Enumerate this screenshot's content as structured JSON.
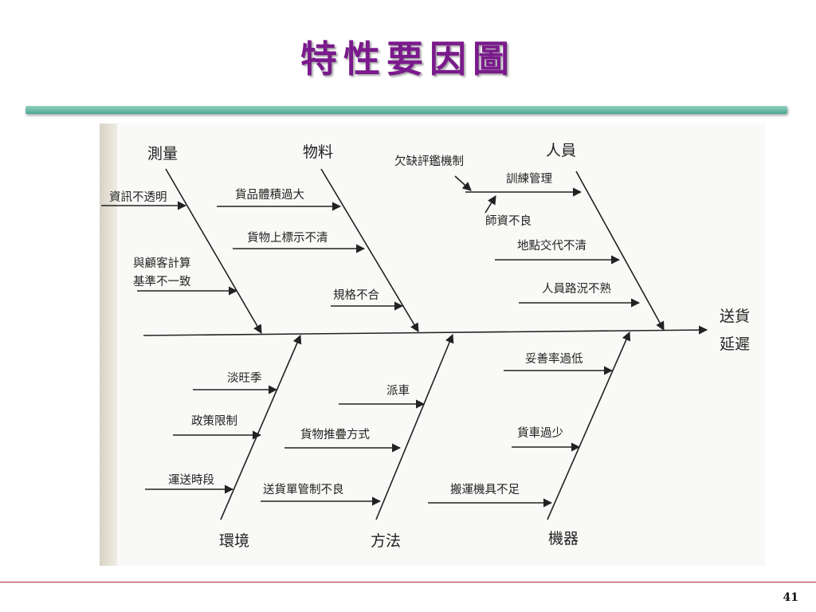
{
  "title": "特性要因圖",
  "page_number": "41",
  "effect": {
    "line1": "送貨",
    "line2": "延遲"
  },
  "categories": {
    "measurement": "測量",
    "material": "物料",
    "people": "人員",
    "environment": "環境",
    "method": "方法",
    "machine": "機器"
  },
  "causes": {
    "measurement": [
      "資訊不透明",
      "與顧客計算",
      "基準不一致"
    ],
    "material": [
      "貨品體積過大",
      "貨物上標示不清",
      "規格不合"
    ],
    "people": [
      "欠缺評鑑機制",
      "訓練管理",
      "師資不良",
      "地點交代不清",
      "人員路況不熟"
    ],
    "environment": [
      "淡旺季",
      "政策限制",
      "運送時段"
    ],
    "method": [
      "派車",
      "貨物推疊方式",
      "送貨單管制不良"
    ],
    "machine": [
      "妥善率過低",
      "貨車過少",
      "搬運機具不足"
    ]
  },
  "colors": {
    "title": "#7a1a8c",
    "bar": "#5bb59f",
    "footer_line": "#b22a2a"
  }
}
